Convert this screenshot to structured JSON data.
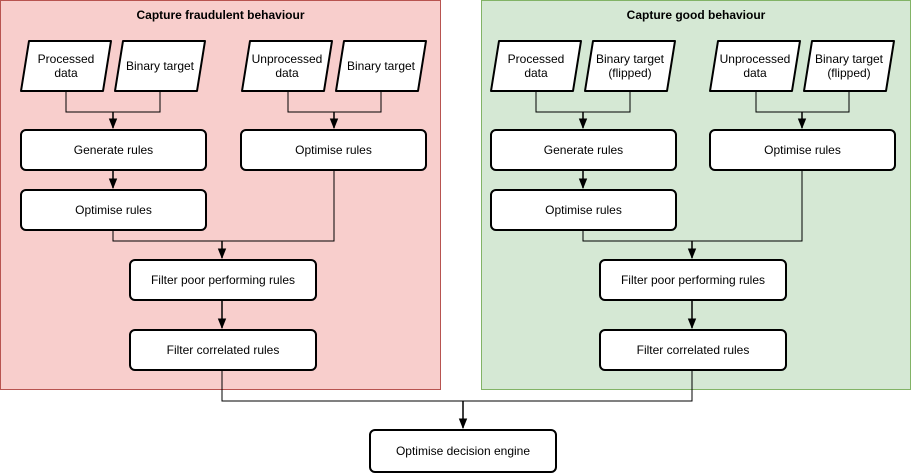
{
  "panels": {
    "fraud": {
      "title": "Capture fraudulent behaviour"
    },
    "good": {
      "title": "Capture good behaviour"
    }
  },
  "fraud": {
    "processed_data": "Processed\ndata",
    "binary_target": "Binary target",
    "unprocessed_data": "Unprocessed\ndata",
    "binary_target_2": "Binary target",
    "generate_rules": "Generate rules",
    "optimise_rules_right": "Optimise rules",
    "optimise_rules_left": "Optimise rules",
    "filter_poor": "Filter poor performing rules",
    "filter_corr": "Filter correlated rules"
  },
  "good": {
    "processed_data": "Processed\ndata",
    "binary_target": "Binary target\n(flipped)",
    "unprocessed_data": "Unprocessed\ndata",
    "binary_target_2": "Binary target\n(flipped)",
    "generate_rules": "Generate rules",
    "optimise_rules_right": "Optimise rules",
    "optimise_rules_left": "Optimise rules",
    "filter_poor": "Filter poor performing rules",
    "filter_corr": "Filter correlated rules"
  },
  "final": {
    "label": "Optimise decision engine"
  }
}
